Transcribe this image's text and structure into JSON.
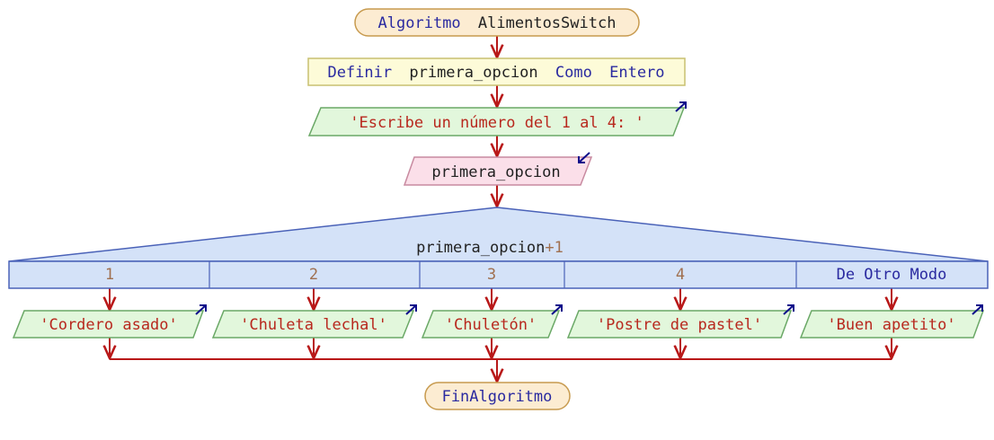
{
  "start": {
    "keyword": "Algoritmo",
    "name": "AlimentosSwitch"
  },
  "define": {
    "keyword": "Definir",
    "variable": "primera_opcion",
    "keyword2": "Como",
    "type": "Entero"
  },
  "output_prompt": "'Escribe un número del 1 al 4: '",
  "input_var": "primera_opcion",
  "switch": {
    "expression_var": "primera_opcion",
    "expression_op": "+",
    "expression_num": "1"
  },
  "cases": [
    {
      "label": "1",
      "kind": "number",
      "output": "'Cordero asado'"
    },
    {
      "label": "2",
      "kind": "number",
      "output": "'Chuleta lechal'"
    },
    {
      "label": "3",
      "kind": "number",
      "output": "'Chuletón'"
    },
    {
      "label": "4",
      "kind": "number",
      "output": "'Postre de pastel'"
    },
    {
      "label": "De Otro Modo",
      "kind": "keyword",
      "output": "'Buen apetito'"
    }
  ],
  "end": {
    "keyword": "FinAlgoritmo"
  },
  "colors": {
    "terminal_fill": "#fcecd2",
    "terminal_stroke": "#c79a4e",
    "define_fill": "#fdfbd8",
    "define_stroke": "#c8c070",
    "output_fill": "#e2f7dc",
    "output_stroke": "#6aa866",
    "input_fill": "#fbdfe9",
    "input_stroke": "#c88aa0",
    "switch_fill": "#d4e2f8",
    "switch_stroke": "#4a62b8",
    "arrow": "#b81818",
    "io_arrow": "#0a0a8a"
  }
}
